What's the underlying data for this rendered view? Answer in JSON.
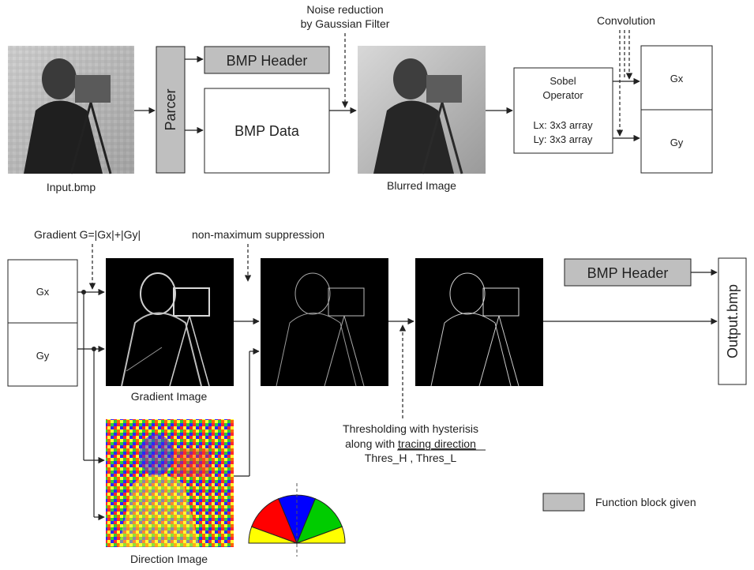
{
  "top_row": {
    "input_caption": "Input.bmp",
    "parser_label": "Parcer",
    "bmp_header_label": "BMP Header",
    "bmp_data_label": "BMP Data",
    "noise_line1": "Noise reduction",
    "noise_line2": "by Gaussian Filter",
    "blurred_caption": "Blurred Image",
    "sobel_line1": "Sobel",
    "sobel_line2": "Operator",
    "sobel_lx": "Lx: 3x3 array",
    "sobel_ly": "Ly: 3x3 array",
    "convolution_label": "Convolution",
    "gx_label": "Gx",
    "gy_label": "Gy"
  },
  "bottom_row": {
    "gradient_formula": "Gradient G=|Gx|+|Gy|",
    "nms_label": "non-maximum suppression",
    "gx_label": "Gx",
    "gy_label": "Gy",
    "gradient_caption": "Gradient Image",
    "direction_caption": "Direction Image",
    "threshold_line1": "Thresholding with hysterisis",
    "threshold_line2_prefix": "along with ",
    "threshold_line2_underlined": "tracing direction",
    "threshold_line3": "Thres_H  , Thres_L",
    "bmp_header_label": "BMP Header",
    "output_label": "Output.bmp"
  },
  "legend": {
    "label": "Function block given"
  },
  "colors": {
    "gray_block": "#bfbfbf",
    "dir_red": "#ff0000",
    "dir_blue": "#0000ff",
    "dir_green": "#00cc00",
    "dir_yellow": "#ffff00"
  }
}
